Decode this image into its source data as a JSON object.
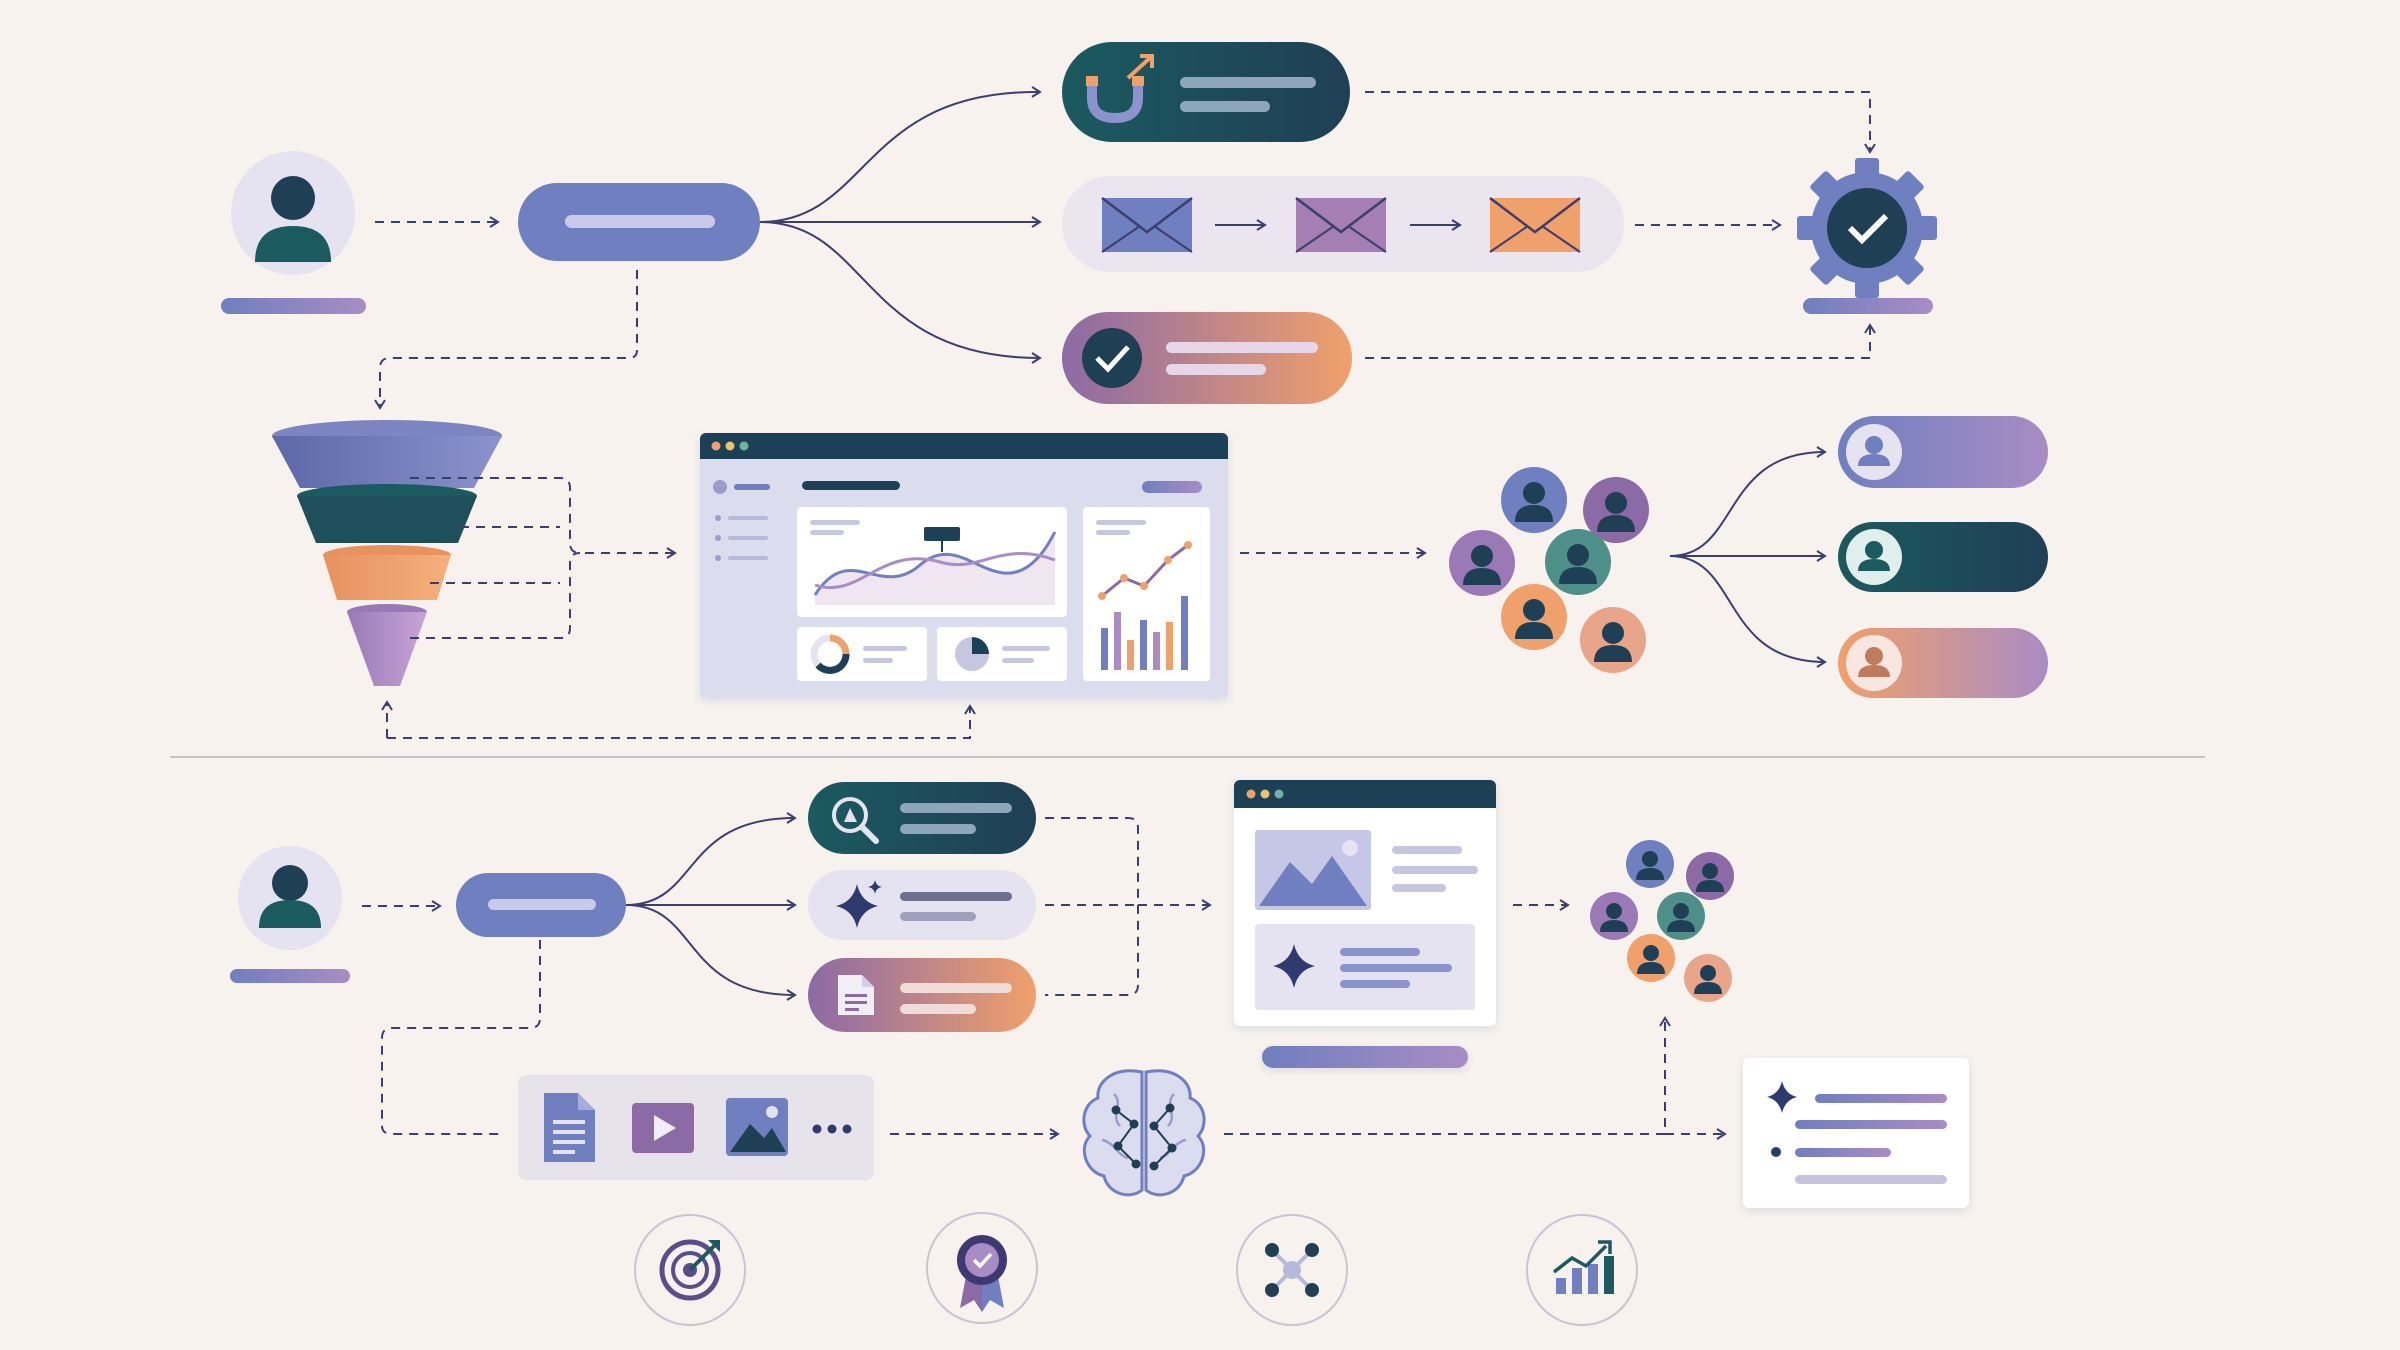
{
  "diagram": {
    "background": "#f7f2ee",
    "palette": {
      "navy": "#1f3f55",
      "teal": "#1b5a5f",
      "slate": "#6f7fbf",
      "lavender": "#e6e3f1",
      "purple": "#8c6aa6",
      "orange": "#f0a06b",
      "line": "#3b3f6e"
    },
    "top_flow": {
      "user_icon": "user-icon",
      "entry_pill": "pill",
      "channels": [
        "magnet-icon",
        "envelope-sequence",
        "check-circle-icon"
      ],
      "goal_icon": "gear-check-icon"
    },
    "analytics_flow": {
      "funnel_icon": "funnel-icon",
      "dashboard": "analytics-dashboard",
      "audience_icon": "people-cluster-icon",
      "segments": [
        "segment-lavender",
        "segment-navy",
        "segment-orange"
      ]
    },
    "bottom_flow": {
      "user_icon": "user-icon",
      "actions": [
        "search-icon",
        "sparkle-icon",
        "document-icon"
      ],
      "content_card": "content-preview-card",
      "media_icons": [
        "document-icon",
        "play-icon",
        "image-icon",
        "more-icon"
      ],
      "ai_icon": "brain-icon",
      "insight_card": "insight-list-card"
    },
    "footer_icons": [
      "target-icon",
      "award-badge-icon",
      "network-icon",
      "growth-chart-icon"
    ]
  }
}
